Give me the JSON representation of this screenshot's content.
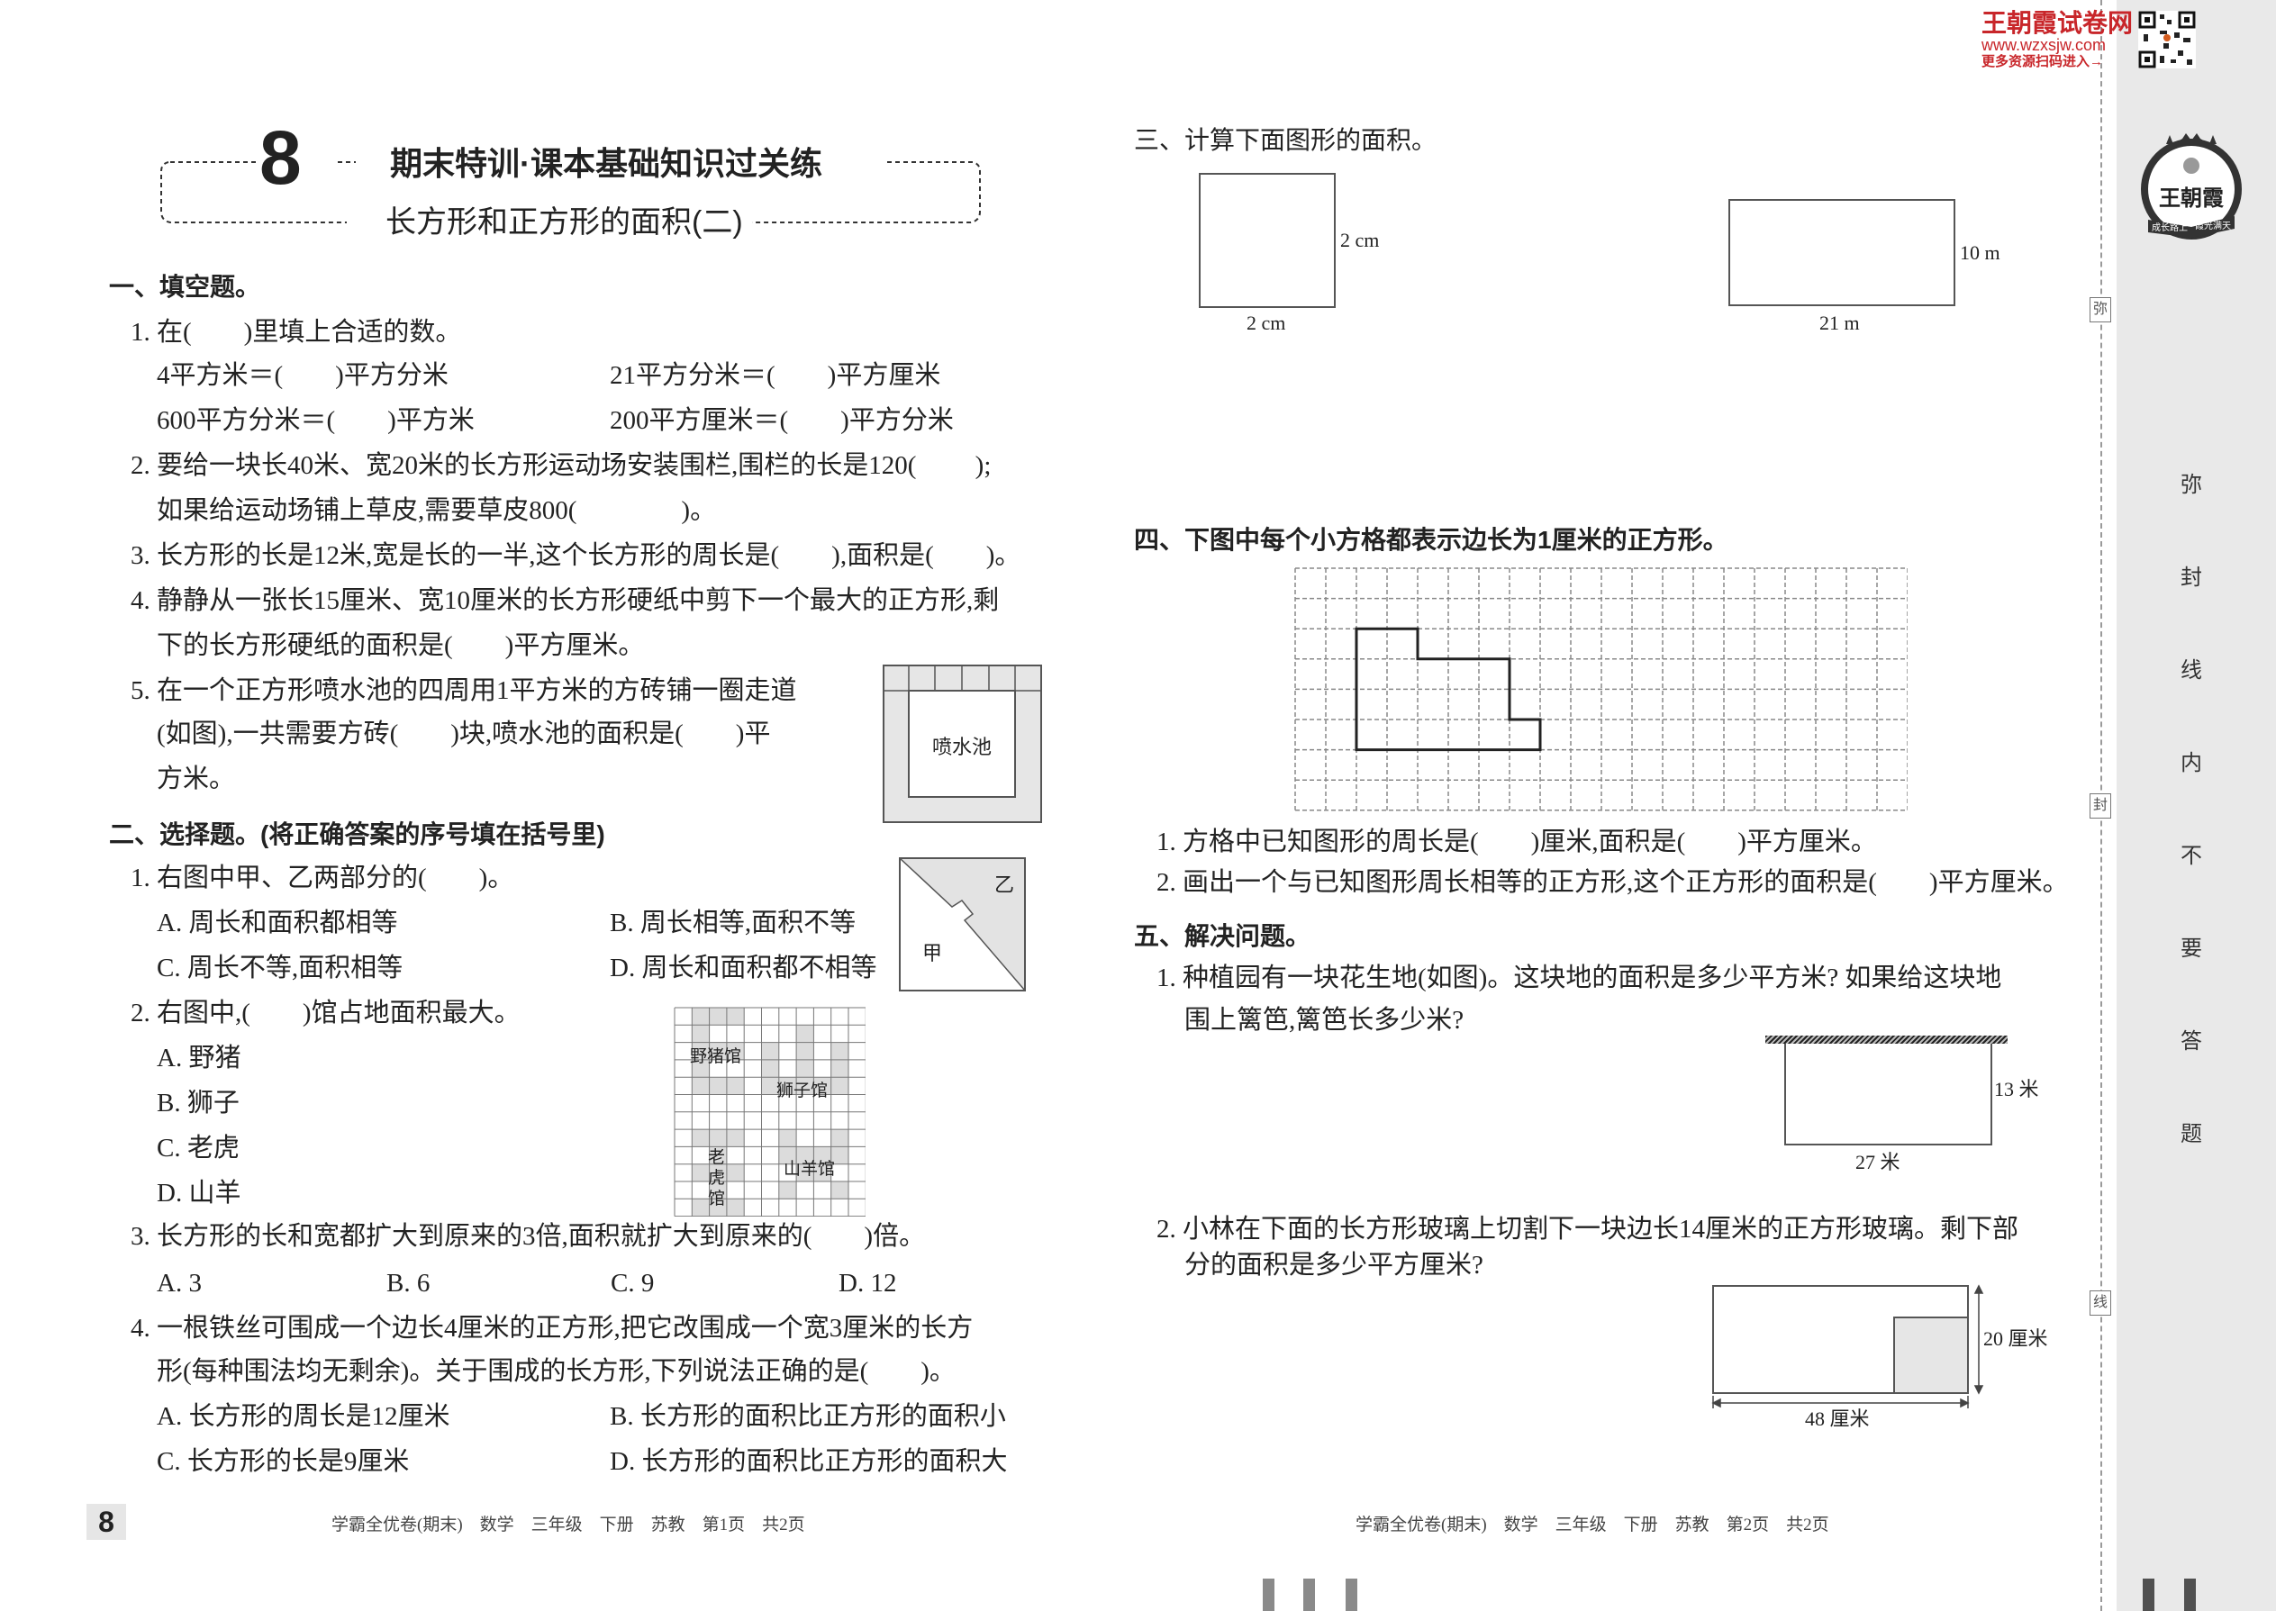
{
  "watermark": {
    "site_name": "王朝霞试卷网",
    "url": "www.wzxsjw.com",
    "hint": "更多资源扫码进入→"
  },
  "logo": {
    "name": "王朝霞",
    "ribbon_left": "成长路上",
    "ribbon_right": "霞光满天"
  },
  "header": {
    "unit_number": "8",
    "title": "期末特训·课本基础知识过关练",
    "subtitle": "长方形和正方形的面积(二)"
  },
  "section1": {
    "heading": "一、填空题。",
    "q1": {
      "text": "1. 在(　　)里填上合适的数。",
      "items": [
        "4平方米＝(　　)平方分米",
        "21平方分米＝(　　)平方厘米",
        "600平方分米＝(　　)平方米",
        "200平方厘米＝(　　)平方分米"
      ]
    },
    "q2": [
      "2. 要给一块长40米、宽20米的长方形运动场安装围栏,围栏的长是120(　　 );",
      "如果给运动场铺上草皮,需要草皮800(　　　　)。"
    ],
    "q3": "3. 长方形的长是12米,宽是长的一半,这个长方形的周长是(　　),面积是(　　)。",
    "q4": [
      "4. 静静从一张长15厘米、宽10厘米的长方形硬纸中剪下一个最大的正方形,剩",
      "下的长方形硬纸的面积是(　　)平方厘米。"
    ],
    "q5": [
      "5. 在一个正方形喷水池的四周用1平方米的方砖铺一圈走道",
      "(如图),一共需要方砖(　　)块,喷水池的面积是(　　)平",
      "方米。"
    ],
    "fountain_label": "喷水池"
  },
  "section2": {
    "heading": "二、选择题。(将正确答案的序号填在括号里)",
    "q1": {
      "text": "1. 右图中甲、乙两部分的(　　)。",
      "options": [
        "A. 周长和面积都相等",
        "B. 周长相等,面积不等",
        "C. 周长不等,面积相等",
        "D. 周长和面积都不相等"
      ],
      "label_a": "甲",
      "label_b": "乙"
    },
    "q2": {
      "text": "2. 右图中,(　　)馆占地面积最大。",
      "options": [
        "A. 野猪",
        "B. 狮子",
        "C. 老虎",
        "D. 山羊"
      ],
      "labels": [
        "野猪馆",
        "狮子馆",
        "老",
        "虎",
        "馆",
        "山羊馆"
      ]
    },
    "q3": {
      "text": "3. 长方形的长和宽都扩大到原来的3倍,面积就扩大到原来的(　　)倍。",
      "options": [
        "A. 3",
        "B. 6",
        "C. 9",
        "D. 12"
      ]
    },
    "q4": {
      "text": [
        "4. 一根铁丝可围成一个边长4厘米的正方形,把它改围成一个宽3厘米的长方",
        "形(每种围法均无剩余)。关于围成的长方形,下列说法正确的是(　　)。"
      ],
      "options": [
        "A. 长方形的周长是12厘米",
        "B. 长方形的面积比正方形的面积小",
        "C. 长方形的长是9厘米",
        "D. 长方形的面积比正方形的面积大"
      ]
    }
  },
  "section3": {
    "heading": "三、计算下面图形的面积。",
    "fig1": {
      "side": "2 cm",
      "bottom": "2 cm"
    },
    "fig2": {
      "side": "10 m",
      "bottom": "21 m"
    }
  },
  "section4": {
    "heading": "四、下图中每个小方格都表示边长为1厘米的正方形。",
    "q1": "1. 方格中已知图形的周长是(　　)厘米,面积是(　　)平方厘米。",
    "q2": "2. 画出一个与已知图形周长相等的正方形,这个正方形的面积是(　　)平方厘米。"
  },
  "section5": {
    "heading": "五、解决问题。",
    "q1": [
      "1. 种植园有一块花生地(如图)。这块地的面积是多少平方米? 如果给这块地",
      "围上篱笆,篱笆长多少米?"
    ],
    "q1_fig": {
      "side": "13 米",
      "bottom": "27 米"
    },
    "q2": [
      "2. 小林在下面的长方形玻璃上切割下一块边长14厘米的正方形玻璃。剩下部",
      "分的面积是多少平方厘米?"
    ],
    "q2_fig": {
      "side": "20 厘米",
      "bottom": "48 厘米"
    }
  },
  "footer": {
    "page_badge": "8",
    "left": "学霸全优卷(期末)　数学　三年级　下册　苏教　第1页　共2页",
    "right": "学霸全优卷(期末)　数学　三年级　下册　苏教　第2页　共2页"
  },
  "binding_margin": {
    "tags": [
      "弥",
      "封",
      "线"
    ],
    "chars": [
      "弥",
      "封",
      "线",
      "内",
      "不",
      "要",
      "答",
      "题"
    ]
  }
}
